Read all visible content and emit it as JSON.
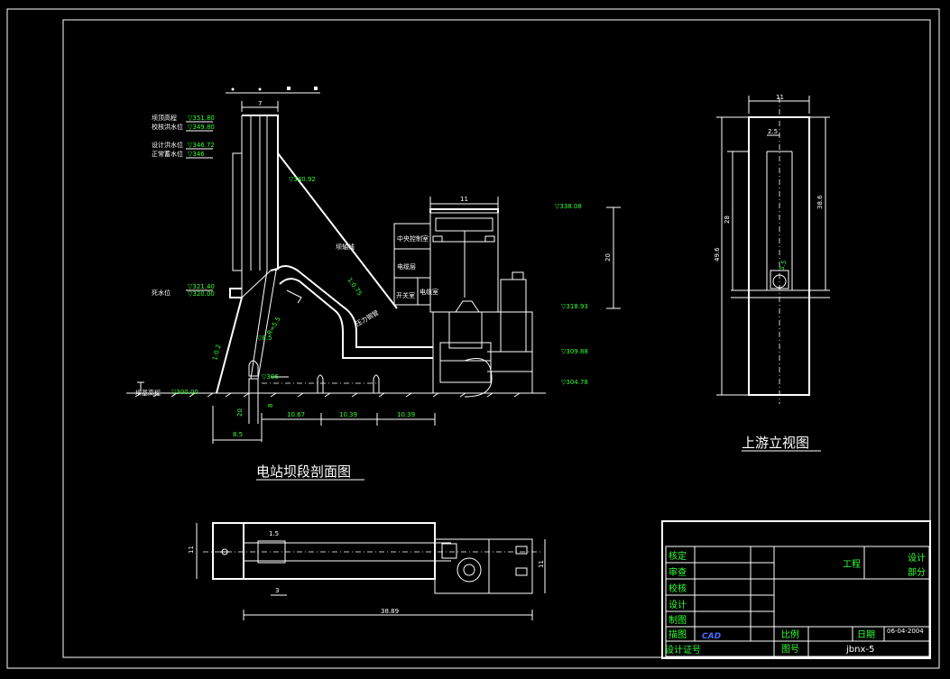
{
  "views": {
    "section_title": "电站坝段剖面图",
    "upstream_title": "上游立视图"
  },
  "section": {
    "elevations": {
      "e1": "▽351.80",
      "e2": "▽349.80",
      "e3": "▽346.72",
      "e4": "▽346",
      "e5": "▽340.92",
      "e6": "▽338.08",
      "e7": "▽321.40",
      "e8": "▽320.00",
      "e9": "▽318.93",
      "e10": "▽309.88",
      "e11": "▽304.78",
      "e12": "▽306",
      "e13": "▽300.00",
      "e14": "▽8.5"
    },
    "labels": {
      "l1": "坝顶高程",
      "l2": "校核洪水位",
      "l3": "设计洪水位",
      "l4": "正常蓄水位",
      "l5": "死水位",
      "l6": "坝基高程",
      "room1": "中央控制室",
      "room2": "电缆层",
      "room3": "开关室",
      "room4": "电缆室",
      "pipe": "压力钢管",
      "dam": "坝轴线"
    },
    "dims": {
      "top": "7",
      "house": "11",
      "d1": "10.67",
      "d2": "10.39",
      "d3": "10.39",
      "d4": "8.5",
      "d5": "R=5.5",
      "d6": "1:0.75",
      "d7": "1:0.2",
      "d8": "20",
      "d9": "20",
      "d10": "8"
    }
  },
  "upstream": {
    "dims": {
      "top": "11",
      "inner": "2.5",
      "h1": "49.6",
      "h2": "28",
      "h3": "38.6",
      "d": "5.5"
    }
  },
  "plan": {
    "dims": {
      "total": "38.89",
      "left": "11",
      "right": "11",
      "small": "3",
      "mid": "1.5"
    }
  },
  "title_block": {
    "rows_left": [
      "核定",
      "审查",
      "校核",
      "设计",
      "制图",
      "描图",
      "设计证号"
    ],
    "project": "工程",
    "design": "设计",
    "part": "部分",
    "scale_label": "比例",
    "date_label": "日期",
    "date": "06-04-2004",
    "drawing_no_label": "图号",
    "drawing_no": "jbnx-5",
    "logo": "CAD"
  },
  "colors": {
    "line": "#ffffff",
    "text": "#33ff33",
    "bg": "#000000"
  }
}
